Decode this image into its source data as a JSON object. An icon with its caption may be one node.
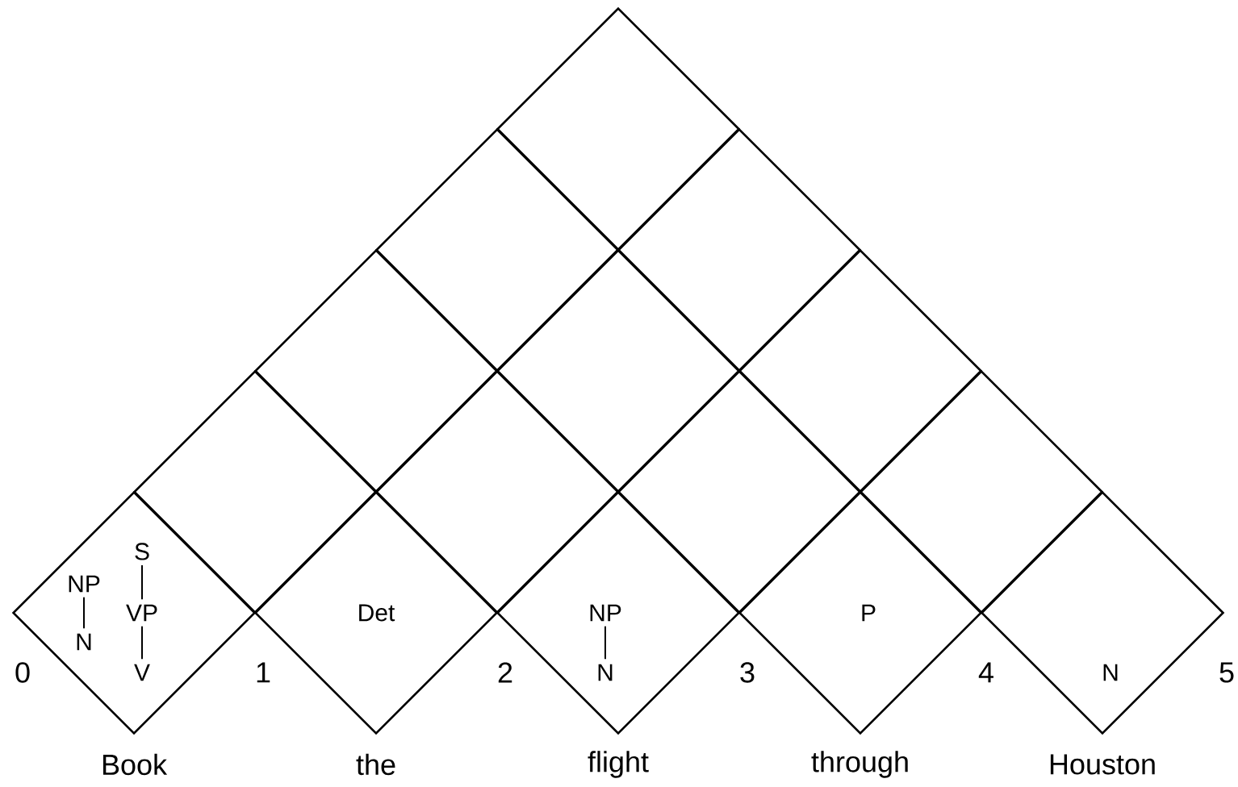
{
  "diagram": {
    "nodes": [
      {
        "text": [],
        "shape": "diamond"
      },
      {
        "text": [],
        "shape": "diamond"
      },
      {
        "text": [],
        "shape": "diamond"
      },
      {
        "text": [],
        "shape": "diamond"
      },
      {
        "text": [],
        "shape": "diamond"
      },
      {
        "text": [],
        "shape": "diamond"
      },
      {
        "text": [],
        "shape": "diamond"
      },
      {
        "text": [],
        "shape": "diamond"
      },
      {
        "text": [],
        "shape": "diamond"
      },
      {
        "text": [],
        "shape": "diamond"
      },
      {
        "text": [],
        "shape": "diamond"
      },
      {
        "text": [],
        "shape": "diamond"
      },
      {
        "text": [],
        "shape": "diamond"
      },
      {
        "text": [],
        "shape": "diamond"
      },
      {
        "text": [],
        "shape": "diamond"
      },
      {
        "text": [
          "NP"
        ],
        "in": 10
      },
      {
        "text": [
          "N"
        ],
        "in": 10
      },
      {
        "text": [
          "S"
        ],
        "in": 10
      },
      {
        "text": [
          "VP"
        ],
        "in": 10
      },
      {
        "text": [
          "V"
        ],
        "in": 10
      },
      {
        "text": [
          "Det"
        ],
        "in": 11
      },
      {
        "text": [
          "NP"
        ],
        "in": 12
      },
      {
        "text": [
          "N"
        ],
        "in": 12
      },
      {
        "text": [
          "P"
        ],
        "in": 13
      },
      {
        "text": [
          "N"
        ],
        "in": 14
      }
    ],
    "edges": [
      {
        "from": 15,
        "to": 16,
        "arrow": "none"
      },
      {
        "from": 17,
        "to": 18,
        "arrow": "none"
      },
      {
        "from": 18,
        "to": 19,
        "arrow": "none"
      },
      {
        "from": 21,
        "to": 22,
        "arrow": "none"
      }
    ],
    "labels": [
      "0",
      "1",
      "2",
      "3",
      "4",
      "5",
      "Book",
      "the",
      "flight",
      "through",
      "Houston"
    ]
  }
}
